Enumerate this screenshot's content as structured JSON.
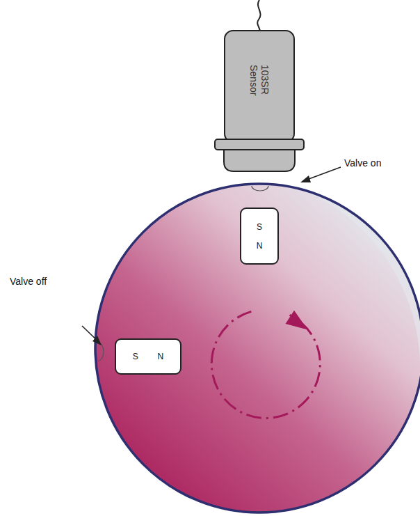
{
  "diagram": {
    "nodes": [
      {
        "text": [
          "103SR Sensor"
        ]
      },
      {
        "text": [
          "S",
          "N"
        ]
      },
      {
        "text": [
          "S",
          "N"
        ]
      }
    ],
    "labels": [
      "Valve on",
      "Valve off"
    ]
  }
}
